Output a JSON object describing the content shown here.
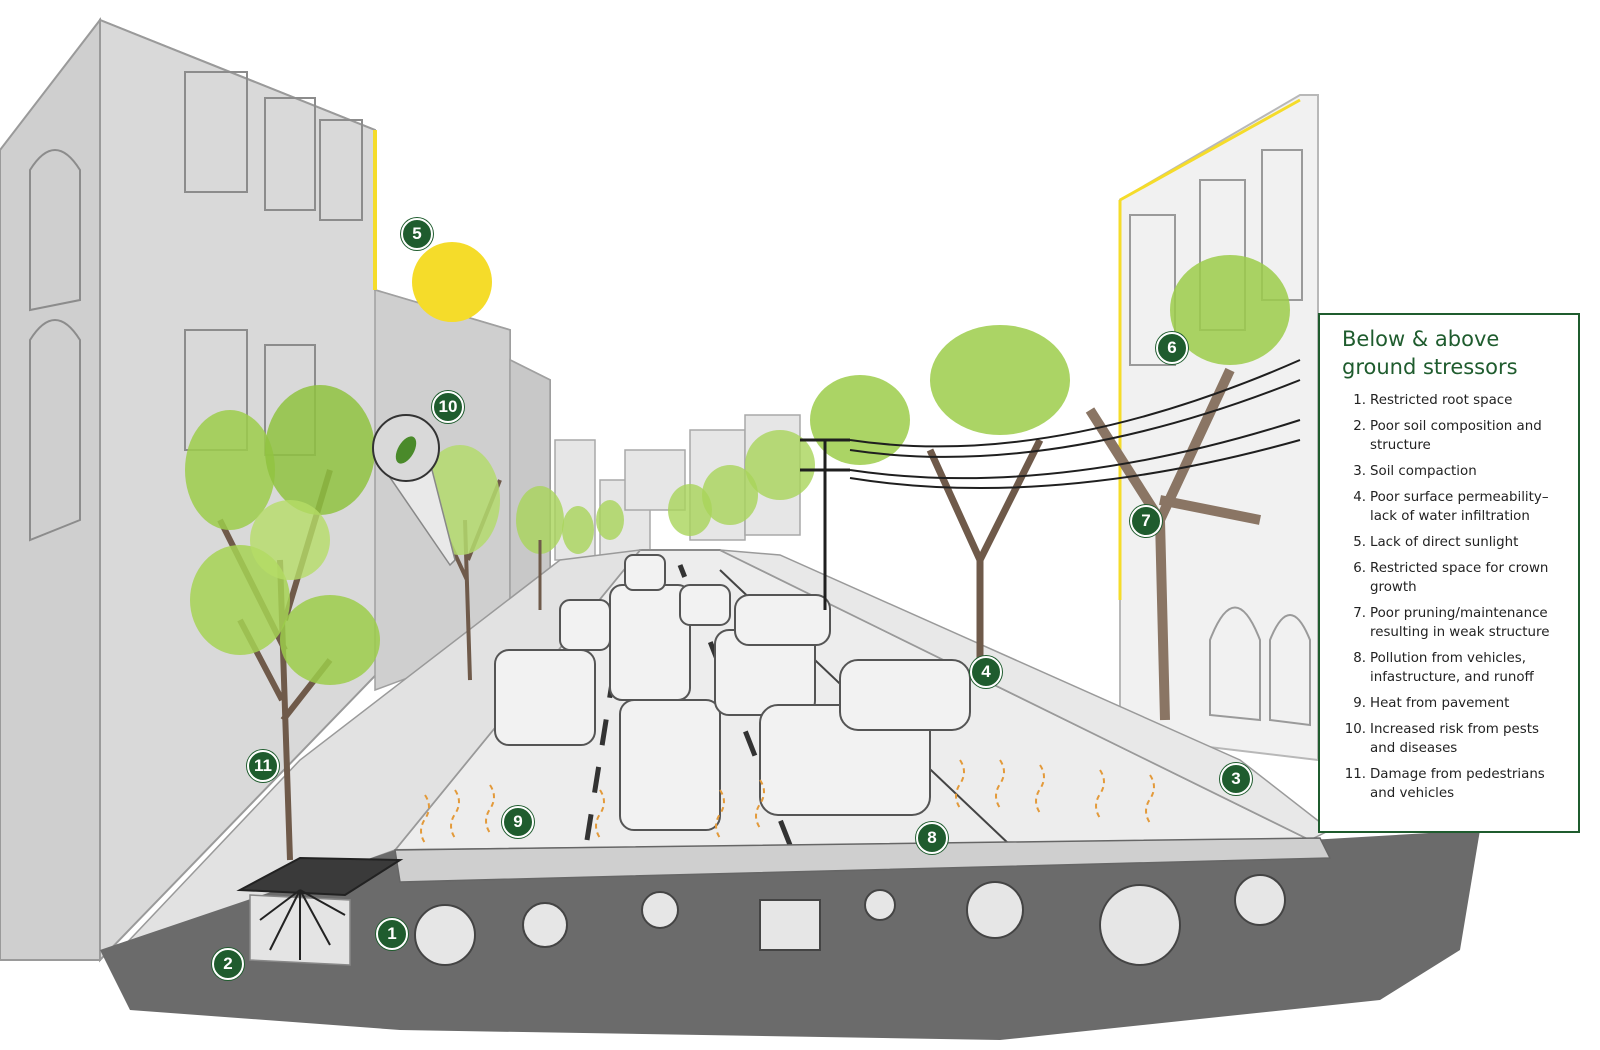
{
  "legend": {
    "title_line1": "Below & above",
    "title_line2": "ground stressors",
    "items": [
      {
        "num": "1.",
        "text": "Restricted root space"
      },
      {
        "num": "2.",
        "text": "Poor soil composition and structure"
      },
      {
        "num": "3.",
        "text": "Soil compaction"
      },
      {
        "num": "4.",
        "text": "Poor surface permeability–lack of water infiltration"
      },
      {
        "num": "5.",
        "text": "Lack of direct sunlight"
      },
      {
        "num": "6.",
        "text": "Restricted space for crown growth"
      },
      {
        "num": "7.",
        "text": "Poor pruning/maintenance resulting in weak structure"
      },
      {
        "num": "8.",
        "text": "Pollution from vehicles, infastructure, and runoff"
      },
      {
        "num": "9.",
        "text": "Heat from pavement"
      },
      {
        "num": "10.",
        "text": "Increased risk from pests and diseases"
      },
      {
        "num": "11.",
        "text": "Damage from pedestrians and vehicles"
      }
    ]
  },
  "markers": {
    "m1": "1",
    "m2": "2",
    "m3": "3",
    "m4": "4",
    "m5": "5",
    "m6": "6",
    "m7": "7",
    "m8": "8",
    "m9": "9",
    "m10": "10",
    "m11": "11"
  },
  "colors": {
    "accent": "#1f5c2e",
    "foliage": "#9ccc4a",
    "sun": "#f5dc2a",
    "building": "#d9d9d9",
    "soil": "#6b6b6b"
  }
}
